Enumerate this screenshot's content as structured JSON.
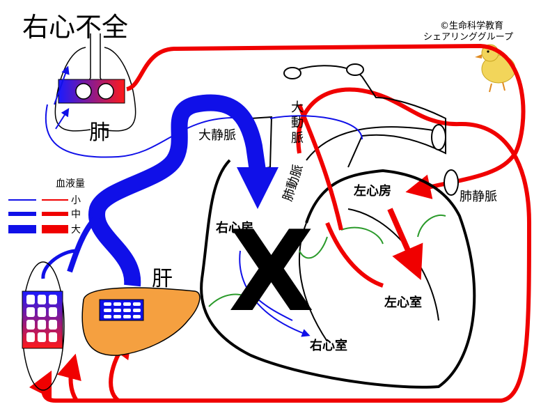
{
  "title": "右心不全",
  "copyright": [
    "©生命科学教育",
    "シェアリンググループ"
  ],
  "labels": {
    "lung": "肺",
    "vena_cava": "大静脈",
    "aorta": "大動脈",
    "pulmonary_artery": "肺動脈",
    "left_atrium": "左心房",
    "pulmonary_vein": "肺静脈",
    "right_atrium": "右心房",
    "right_ventricle": "右心室",
    "left_ventricle": "左心室",
    "liver": "肝",
    "failure_mark": "X"
  },
  "legend": {
    "title": "血液量",
    "items": [
      "小",
      "中",
      "大"
    ]
  },
  "colors": {
    "venous": "#1010e8",
    "arterial": "#f00000",
    "liver": "#f5a040",
    "valve": "#2a9a2a",
    "outline": "#000000"
  }
}
